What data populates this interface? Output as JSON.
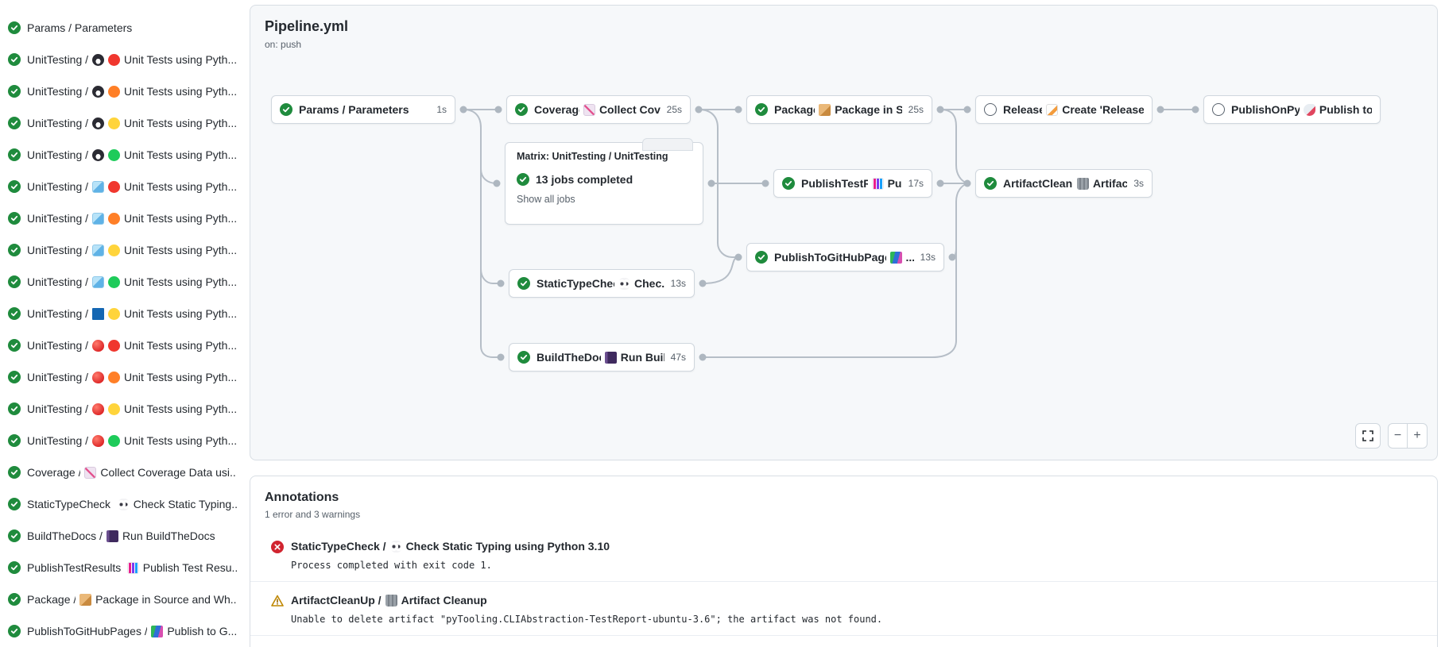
{
  "colors": {
    "success": "#1f8b3d",
    "error": "#d1242f",
    "warning": "#bf8700",
    "canvas": "#f6f8fa",
    "edge": "#b6bec7",
    "border": "#d0d7de",
    "muted": "#57606a"
  },
  "sidebar": {
    "items": [
      {
        "status": "success",
        "pre": "Params / Parameters",
        "icons": [],
        "post": ""
      },
      {
        "status": "success",
        "pre": "UnitTesting /",
        "icons": [
          "penguin",
          "dot-red"
        ],
        "post": "Unit Tests using Pyth..."
      },
      {
        "status": "success",
        "pre": "UnitTesting /",
        "icons": [
          "penguin",
          "dot-orange"
        ],
        "post": "Unit Tests using Pyth..."
      },
      {
        "status": "success",
        "pre": "UnitTesting /",
        "icons": [
          "penguin",
          "dot-yellow"
        ],
        "post": "Unit Tests using Pyth..."
      },
      {
        "status": "success",
        "pre": "UnitTesting /",
        "icons": [
          "penguin",
          "dot-green"
        ],
        "post": "Unit Tests using Pyth..."
      },
      {
        "status": "success",
        "pre": "UnitTesting /",
        "icons": [
          "ice-cube",
          "dot-red"
        ],
        "post": "Unit Tests using Pyth..."
      },
      {
        "status": "success",
        "pre": "UnitTesting /",
        "icons": [
          "ice-cube",
          "dot-orange"
        ],
        "post": "Unit Tests using Pyth..."
      },
      {
        "status": "success",
        "pre": "UnitTesting /",
        "icons": [
          "ice-cube",
          "dot-yellow"
        ],
        "post": "Unit Tests using Pyth..."
      },
      {
        "status": "success",
        "pre": "UnitTesting /",
        "icons": [
          "ice-cube",
          "dot-green"
        ],
        "post": "Unit Tests using Pyth..."
      },
      {
        "status": "success",
        "pre": "UnitTesting /",
        "icons": [
          "blue-square",
          "dot-yellow"
        ],
        "post": "Unit Tests using Pyth..."
      },
      {
        "status": "success",
        "pre": "UnitTesting /",
        "icons": [
          "apple",
          "dot-red"
        ],
        "post": "Unit Tests using Pyth..."
      },
      {
        "status": "success",
        "pre": "UnitTesting /",
        "icons": [
          "apple",
          "dot-orange"
        ],
        "post": "Unit Tests using Pyth..."
      },
      {
        "status": "success",
        "pre": "UnitTesting /",
        "icons": [
          "apple",
          "dot-yellow"
        ],
        "post": "Unit Tests using Pyth..."
      },
      {
        "status": "success",
        "pre": "UnitTesting /",
        "icons": [
          "apple",
          "dot-green"
        ],
        "post": "Unit Tests using Pyth..."
      },
      {
        "status": "success",
        "pre": "Coverage /",
        "icons": [
          "chart-increasing"
        ],
        "post": "Collect Coverage Data usi..."
      },
      {
        "status": "success",
        "pre": "StaticTypeCheck /",
        "icons": [
          "eyes"
        ],
        "post": "Check Static Typing..."
      },
      {
        "status": "success",
        "pre": "BuildTheDocs /",
        "icons": [
          "notebook"
        ],
        "post": "Run BuildTheDocs"
      },
      {
        "status": "success",
        "pre": "PublishTestResults /",
        "icons": [
          "bar-chart"
        ],
        "post": "Publish Test Resu..."
      },
      {
        "status": "success",
        "pre": "Package /",
        "icons": [
          "package"
        ],
        "post": "Package in Source and Wh..."
      },
      {
        "status": "success",
        "pre": "PublishToGitHubPages /",
        "icons": [
          "books"
        ],
        "post": "Publish to G..."
      }
    ]
  },
  "graph": {
    "title": "Pipeline.yml",
    "trigger": "on: push",
    "nodes": {
      "params": {
        "status": "success",
        "pre": "Params / Parameters",
        "icons": [],
        "post": "",
        "duration": "1s"
      },
      "coverage": {
        "status": "success",
        "pre": "Coverage /",
        "icons": [
          "chart-increasing"
        ],
        "post": "Collect Cove...",
        "duration": "25s"
      },
      "package": {
        "status": "success",
        "pre": "Package /",
        "icons": [
          "package"
        ],
        "post": "Package in So...",
        "duration": "25s"
      },
      "release": {
        "status": "skipped",
        "pre": "Release /",
        "icons": [
          "memo"
        ],
        "post": "Create 'Release P...",
        "duration": ""
      },
      "pypi": {
        "status": "skipped",
        "pre": "PublishOnPyPI /",
        "icons": [
          "rocket"
        ],
        "post": "Publish to ...",
        "duration": ""
      },
      "ptr": {
        "status": "success",
        "pre": "PublishTestResults /",
        "icons": [
          "bar-chart"
        ],
        "post": "Pu...",
        "duration": "17s"
      },
      "acu": {
        "status": "success",
        "pre": "ArtifactCleanUp /",
        "icons": [
          "wastebasket"
        ],
        "post": "Artifac...",
        "duration": "3s"
      },
      "ptghp": {
        "status": "success",
        "pre": "PublishToGitHubPages /",
        "icons": [
          "books"
        ],
        "post": "...",
        "duration": "13s"
      },
      "stc": {
        "status": "success",
        "pre": "StaticTypeCheck /",
        "icons": [
          "eyes"
        ],
        "post": "Chec...",
        "duration": "13s"
      },
      "btd": {
        "status": "success",
        "pre": "BuildTheDocs /",
        "icons": [
          "notebook"
        ],
        "post": "Run Buil...",
        "duration": "47s"
      }
    },
    "matrix": {
      "title": "Matrix: UnitTesting / UnitTesting",
      "summary": "13 jobs completed",
      "link": "Show all jobs"
    },
    "controls": {
      "zoom_out": "−",
      "zoom_in": "+"
    }
  },
  "annotations": {
    "title": "Annotations",
    "summary": "1 error and 3 warnings",
    "items": [
      {
        "level": "error",
        "pre": "StaticTypeCheck /",
        "icons": [
          "eyes"
        ],
        "post": "Check Static Typing using Python 3.10",
        "message": "Process completed with exit code 1."
      },
      {
        "level": "warning",
        "pre": "ArtifactCleanUp /",
        "icons": [
          "wastebasket"
        ],
        "post": "Artifact Cleanup",
        "message": "Unable to delete artifact \"pyTooling.CLIAbstraction-TestReport-ubuntu-3.6\"; the artifact was not found."
      }
    ]
  }
}
